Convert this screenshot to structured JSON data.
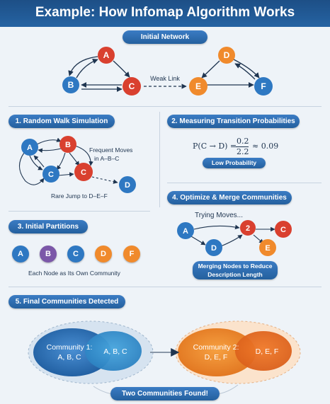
{
  "title": "Example: How Infomap Algorithm Works",
  "colors": {
    "blue": "#2e78c2",
    "red": "#d9402f",
    "orange": "#f08a2c",
    "purple": "#7b57a8",
    "navy": "#1d4f86"
  },
  "initial_network": {
    "heading": "Initial Network",
    "nodes": [
      "A",
      "B",
      "C",
      "D",
      "E",
      "F"
    ],
    "weak_link_label": "Weak Link"
  },
  "random_walk": {
    "heading": "1. Random Walk Simulation",
    "frequent_label_line1": "Frequent Moves",
    "frequent_label_line2": "in A–B–C",
    "rare_label": "Rare Jump to D–E–F",
    "nodes": [
      "A",
      "B",
      "C",
      "C",
      "D"
    ]
  },
  "transition": {
    "heading": "2. Measuring Transition Probabilities",
    "formula_left": "P(C → D) =",
    "numerator": "0.2",
    "denominator": "2.2",
    "result": "≈ 0.09",
    "badge": "Low Probability"
  },
  "partitions": {
    "heading": "3. Initial Partitions",
    "nodes": [
      "A",
      "B",
      "C",
      "D",
      "F"
    ],
    "caption": "Each Node as Its Own Community"
  },
  "optimize": {
    "heading": "4. Optimize & Merge Communities",
    "trying": "Trying Moves...",
    "nodes": [
      "A",
      "2",
      "C",
      "D",
      "E"
    ],
    "badge_line1": "Merging Nodes to Reduce",
    "badge_line2": "Description Length"
  },
  "final": {
    "heading": "5. Final Communities Detected",
    "community1_line1": "Community 1:",
    "community1_line2": "A, B, C",
    "community1_members": "A, B, C",
    "community2_line1": "Community 2:",
    "community2_line2": "D, E, F",
    "community2_members": "D, E, F",
    "result_badge": "Two Communities Found!"
  }
}
